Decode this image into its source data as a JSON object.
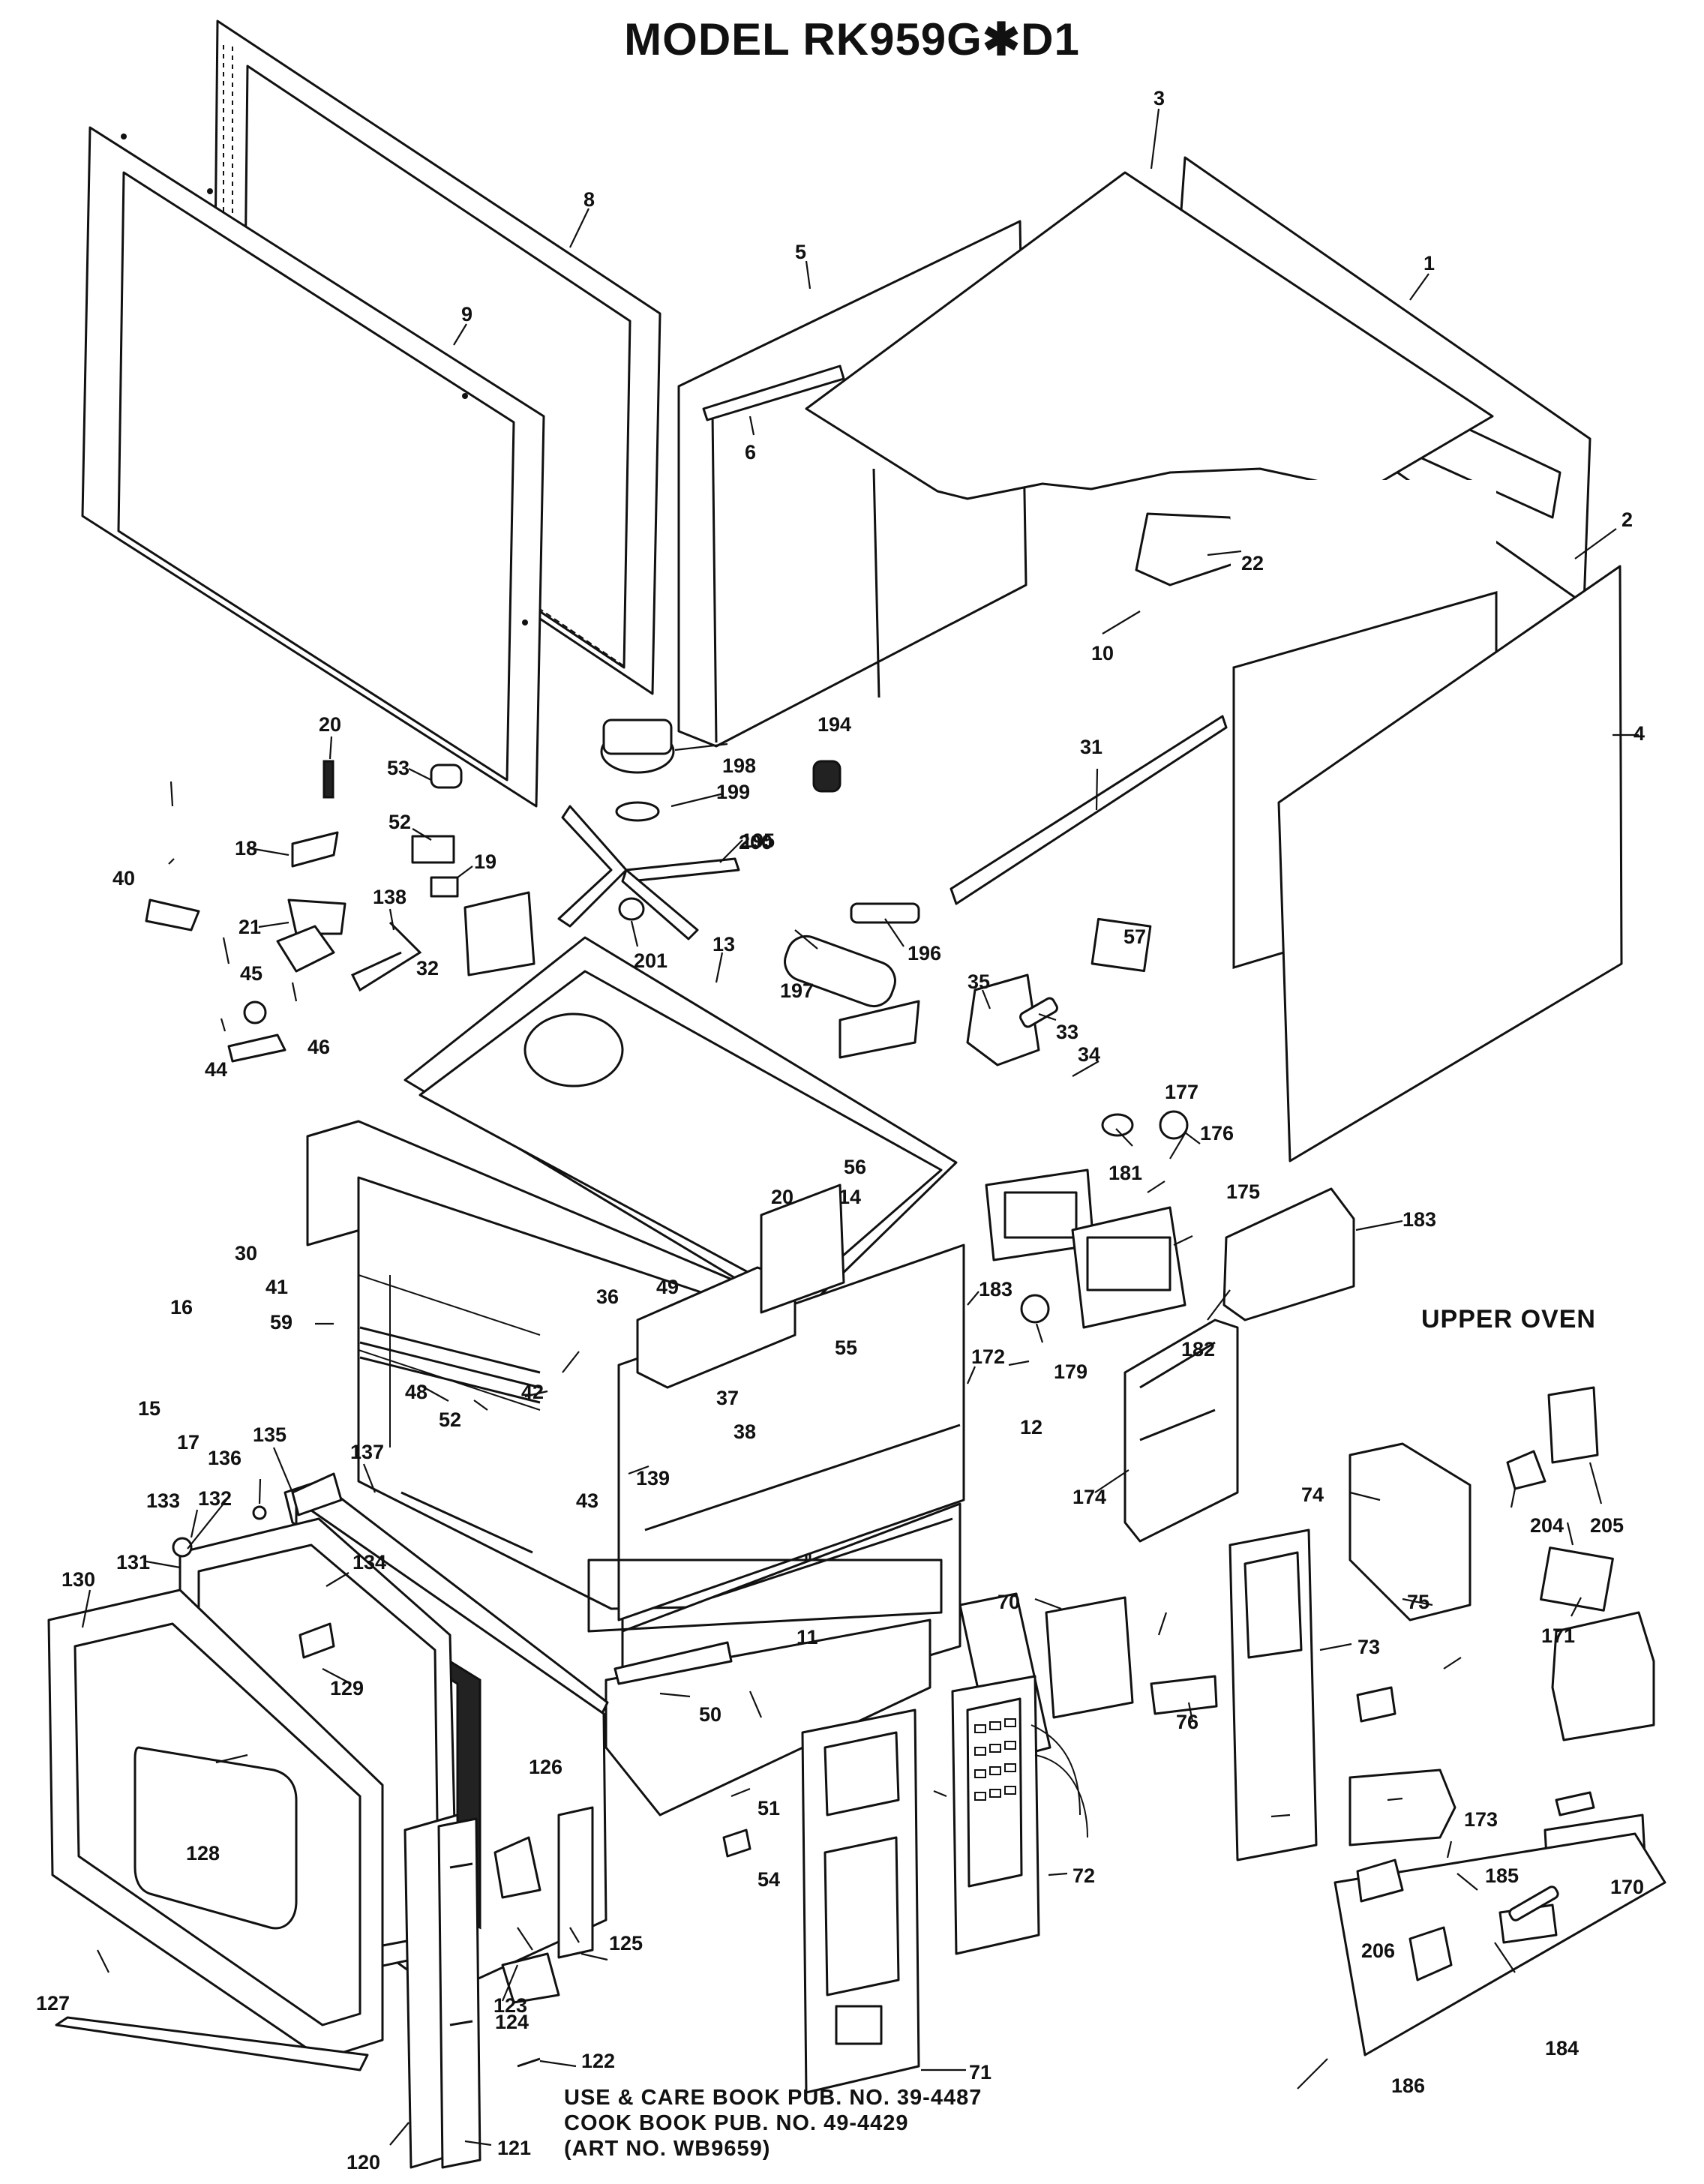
{
  "title": "MODEL RK959G✱D1",
  "section_label": "UPPER OVEN",
  "notes": [
    "USE & CARE BOOK PUB. NO. 39-4487",
    "COOK BOOK PUB. NO. 49-4429",
    "(ART NO. WB9659)"
  ],
  "parts": [
    {
      "id": "1",
      "name": "part-1-label"
    },
    {
      "id": "2",
      "name": "part-2-label"
    },
    {
      "id": "3",
      "name": "part-3-label"
    },
    {
      "id": "4",
      "name": "part-4-label"
    },
    {
      "id": "5",
      "name": "part-5-label"
    },
    {
      "id": "6",
      "name": "part-6-label"
    },
    {
      "id": "8",
      "name": "part-8-label"
    },
    {
      "id": "9",
      "name": "part-9-label"
    },
    {
      "id": "10",
      "name": "part-10-label"
    },
    {
      "id": "11",
      "name": "part-11-label"
    },
    {
      "id": "12",
      "name": "part-12-label"
    },
    {
      "id": "13",
      "name": "part-13-label"
    },
    {
      "id": "14",
      "name": "part-14-label"
    },
    {
      "id": "15",
      "name": "part-15-label"
    },
    {
      "id": "16",
      "name": "part-16-label"
    },
    {
      "id": "17",
      "name": "part-17-label"
    },
    {
      "id": "18",
      "name": "part-18-label"
    },
    {
      "id": "19",
      "name": "part-19-label"
    },
    {
      "id": "20",
      "name": "part-20-label"
    },
    {
      "id": "20",
      "name": "part-20b-label"
    },
    {
      "id": "21",
      "name": "part-21-label"
    },
    {
      "id": "22",
      "name": "part-22-label"
    },
    {
      "id": "30",
      "name": "part-30-label"
    },
    {
      "id": "31",
      "name": "part-31-label"
    },
    {
      "id": "32",
      "name": "part-32-label"
    },
    {
      "id": "33",
      "name": "part-33-label"
    },
    {
      "id": "34",
      "name": "part-34-label"
    },
    {
      "id": "35",
      "name": "part-35-label"
    },
    {
      "id": "36",
      "name": "part-36-label"
    },
    {
      "id": "37",
      "name": "part-37-label"
    },
    {
      "id": "38",
      "name": "part-38-label"
    },
    {
      "id": "40",
      "name": "part-40-label"
    },
    {
      "id": "41",
      "name": "part-41-label"
    },
    {
      "id": "42",
      "name": "part-42-label"
    },
    {
      "id": "43",
      "name": "part-43-label"
    },
    {
      "id": "44",
      "name": "part-44-label"
    },
    {
      "id": "45",
      "name": "part-45-label"
    },
    {
      "id": "46",
      "name": "part-46-label"
    },
    {
      "id": "48",
      "name": "part-48-label"
    },
    {
      "id": "49",
      "name": "part-49-label"
    },
    {
      "id": "50",
      "name": "part-50-label"
    },
    {
      "id": "51",
      "name": "part-51-label"
    },
    {
      "id": "52",
      "name": "part-52-label"
    },
    {
      "id": "52",
      "name": "part-52b-label"
    },
    {
      "id": "53",
      "name": "part-53-label"
    },
    {
      "id": "54",
      "name": "part-54-label"
    },
    {
      "id": "55",
      "name": "part-55-label"
    },
    {
      "id": "56",
      "name": "part-56-label"
    },
    {
      "id": "57",
      "name": "part-57-label"
    },
    {
      "id": "59",
      "name": "part-59-label"
    },
    {
      "id": "70",
      "name": "part-70-label"
    },
    {
      "id": "71",
      "name": "part-71-label"
    },
    {
      "id": "72",
      "name": "part-72-label"
    },
    {
      "id": "73",
      "name": "part-73-label"
    },
    {
      "id": "74",
      "name": "part-74-label"
    },
    {
      "id": "75",
      "name": "part-75-label"
    },
    {
      "id": "76",
      "name": "part-76-label"
    },
    {
      "id": "120",
      "name": "part-120-label"
    },
    {
      "id": "121",
      "name": "part-121-label"
    },
    {
      "id": "122",
      "name": "part-122-label"
    },
    {
      "id": "123",
      "name": "part-123-label"
    },
    {
      "id": "124",
      "name": "part-124-label"
    },
    {
      "id": "125",
      "name": "part-125-label"
    },
    {
      "id": "126",
      "name": "part-126-label"
    },
    {
      "id": "127",
      "name": "part-127-label"
    },
    {
      "id": "128",
      "name": "part-128-label"
    },
    {
      "id": "129",
      "name": "part-129-label"
    },
    {
      "id": "130",
      "name": "part-130-label"
    },
    {
      "id": "131",
      "name": "part-131-label"
    },
    {
      "id": "132",
      "name": "part-132-label"
    },
    {
      "id": "133",
      "name": "part-133-label"
    },
    {
      "id": "134",
      "name": "part-134-label"
    },
    {
      "id": "135",
      "name": "part-135-label"
    },
    {
      "id": "136",
      "name": "part-136-label"
    },
    {
      "id": "137",
      "name": "part-137-label"
    },
    {
      "id": "138",
      "name": "part-138-label"
    },
    {
      "id": "139",
      "name": "part-139-label"
    },
    {
      "id": "170",
      "name": "part-170-label"
    },
    {
      "id": "171",
      "name": "part-171-label"
    },
    {
      "id": "172",
      "name": "part-172-label"
    },
    {
      "id": "173",
      "name": "part-173-label"
    },
    {
      "id": "174",
      "name": "part-174-label"
    },
    {
      "id": "175",
      "name": "part-175-label"
    },
    {
      "id": "176",
      "name": "part-176-label"
    },
    {
      "id": "177",
      "name": "part-177-label"
    },
    {
      "id": "179",
      "name": "part-179-label"
    },
    {
      "id": "181",
      "name": "part-181-label"
    },
    {
      "id": "182",
      "name": "part-182-label"
    },
    {
      "id": "183",
      "name": "part-183-label"
    },
    {
      "id": "183",
      "name": "part-183b-label"
    },
    {
      "id": "184",
      "name": "part-184-label"
    },
    {
      "id": "185",
      "name": "part-185-label"
    },
    {
      "id": "186",
      "name": "part-186-label"
    },
    {
      "id": "194",
      "name": "part-194-label"
    },
    {
      "id": "195",
      "name": "part-195-label"
    },
    {
      "id": "196",
      "name": "part-196-label"
    },
    {
      "id": "197",
      "name": "part-197-label"
    },
    {
      "id": "198",
      "name": "part-198-label"
    },
    {
      "id": "199",
      "name": "part-199-label"
    },
    {
      "id": "200",
      "name": "part-200-label"
    },
    {
      "id": "201",
      "name": "part-201-label"
    },
    {
      "id": "204",
      "name": "part-204-label"
    },
    {
      "id": "205",
      "name": "part-205-label"
    },
    {
      "id": "206",
      "name": "part-206-label"
    }
  ]
}
